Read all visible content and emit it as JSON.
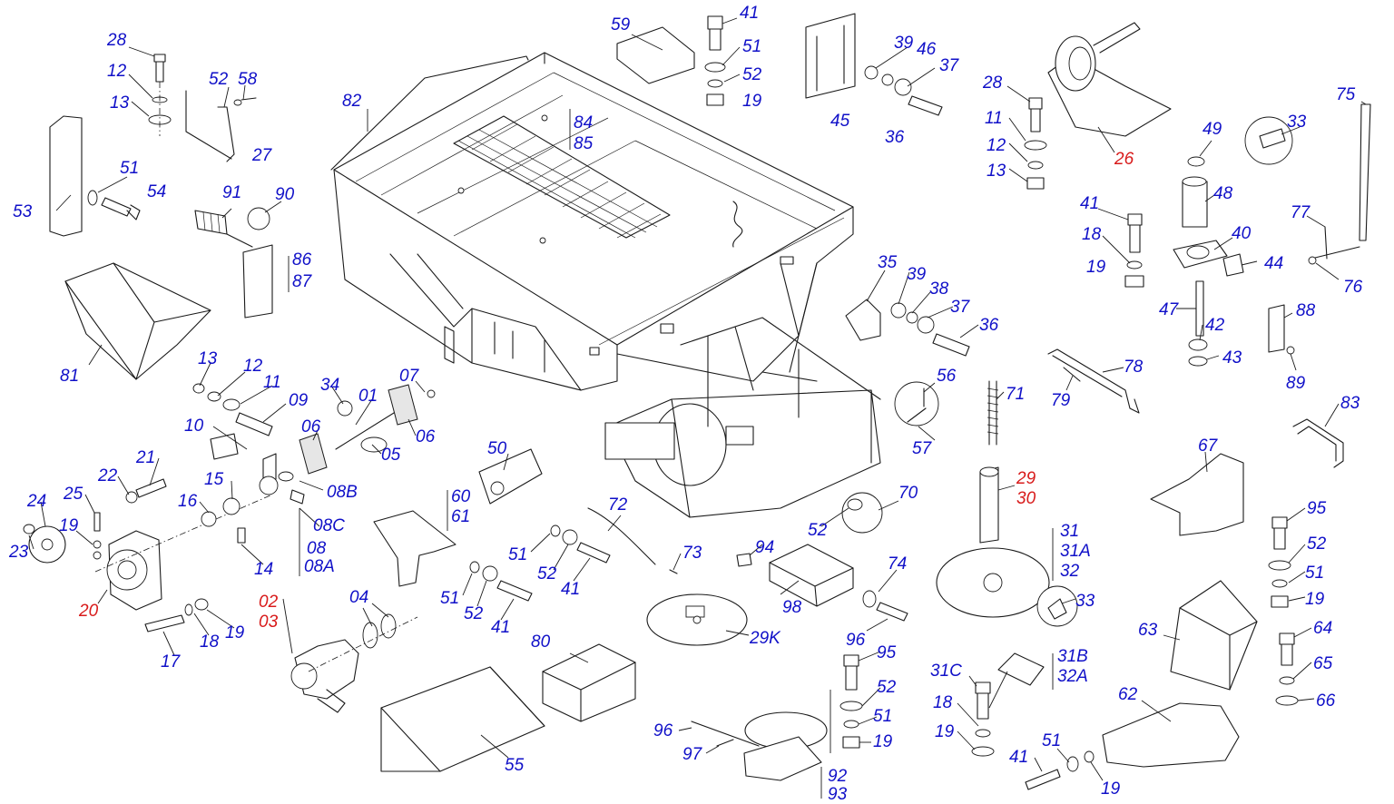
{
  "colors": {
    "label": "#1010c8",
    "highlight": "#d81b1b",
    "line": "#1a1a1a"
  },
  "labels": [
    {
      "id": "l28a",
      "text": "28"
    },
    {
      "id": "l12a",
      "text": "12"
    },
    {
      "id": "l13a",
      "text": "13"
    },
    {
      "id": "l52a",
      "text": "52"
    },
    {
      "id": "l58",
      "text": "58"
    },
    {
      "id": "l27",
      "text": "27"
    },
    {
      "id": "l53",
      "text": "53"
    },
    {
      "id": "l51a",
      "text": "51"
    },
    {
      "id": "l54",
      "text": "54"
    },
    {
      "id": "l91",
      "text": "91"
    },
    {
      "id": "l90",
      "text": "90"
    },
    {
      "id": "l86",
      "text": "86"
    },
    {
      "id": "l87",
      "text": "87"
    },
    {
      "id": "l81",
      "text": "81"
    },
    {
      "id": "l82",
      "text": "82"
    },
    {
      "id": "l84",
      "text": "84"
    },
    {
      "id": "l85",
      "text": "85"
    },
    {
      "id": "l59",
      "text": "59"
    },
    {
      "id": "l41a",
      "text": "41"
    },
    {
      "id": "l51b",
      "text": "51"
    },
    {
      "id": "l52b",
      "text": "52"
    },
    {
      "id": "l19a",
      "text": "19"
    },
    {
      "id": "l45",
      "text": "45"
    },
    {
      "id": "l39a",
      "text": "39"
    },
    {
      "id": "l46",
      "text": "46"
    },
    {
      "id": "l37a",
      "text": "37"
    },
    {
      "id": "l36a",
      "text": "36"
    },
    {
      "id": "l28b",
      "text": "28"
    },
    {
      "id": "l11a",
      "text": "11"
    },
    {
      "id": "l12b",
      "text": "12"
    },
    {
      "id": "l13b",
      "text": "13"
    },
    {
      "id": "l26",
      "text": "26",
      "red": true
    },
    {
      "id": "l75",
      "text": "75"
    },
    {
      "id": "l49",
      "text": "49"
    },
    {
      "id": "l33a",
      "text": "33"
    },
    {
      "id": "l48",
      "text": "48"
    },
    {
      "id": "l41b",
      "text": "41"
    },
    {
      "id": "l18a",
      "text": "18"
    },
    {
      "id": "l40",
      "text": "40"
    },
    {
      "id": "l19b",
      "text": "19"
    },
    {
      "id": "l44",
      "text": "44"
    },
    {
      "id": "l77",
      "text": "77"
    },
    {
      "id": "l76",
      "text": "76"
    },
    {
      "id": "l47",
      "text": "47"
    },
    {
      "id": "l42",
      "text": "42"
    },
    {
      "id": "l43",
      "text": "43"
    },
    {
      "id": "l88",
      "text": "88"
    },
    {
      "id": "l89",
      "text": "89"
    },
    {
      "id": "l35",
      "text": "35"
    },
    {
      "id": "l39b",
      "text": "39"
    },
    {
      "id": "l38",
      "text": "38"
    },
    {
      "id": "l37b",
      "text": "37"
    },
    {
      "id": "l36b",
      "text": "36"
    },
    {
      "id": "l78",
      "text": "78"
    },
    {
      "id": "l79",
      "text": "79"
    },
    {
      "id": "l71",
      "text": "71"
    },
    {
      "id": "l56",
      "text": "56"
    },
    {
      "id": "l57",
      "text": "57"
    },
    {
      "id": "l83",
      "text": "83"
    },
    {
      "id": "l13c",
      "text": "13"
    },
    {
      "id": "l12c",
      "text": "12"
    },
    {
      "id": "l11b",
      "text": "11"
    },
    {
      "id": "l09",
      "text": "09"
    },
    {
      "id": "l34",
      "text": "34"
    },
    {
      "id": "l01",
      "text": "01"
    },
    {
      "id": "l07",
      "text": "07"
    },
    {
      "id": "l10",
      "text": "10"
    },
    {
      "id": "l06a",
      "text": "06"
    },
    {
      "id": "l06b",
      "text": "06"
    },
    {
      "id": "l05",
      "text": "05"
    },
    {
      "id": "l21",
      "text": "21"
    },
    {
      "id": "l22",
      "text": "22"
    },
    {
      "id": "l15",
      "text": "15"
    },
    {
      "id": "l08B",
      "text": "08B"
    },
    {
      "id": "l25",
      "text": "25"
    },
    {
      "id": "l24",
      "text": "24"
    },
    {
      "id": "l16",
      "text": "16"
    },
    {
      "id": "l08C",
      "text": "08C"
    },
    {
      "id": "l19c",
      "text": "19"
    },
    {
      "id": "l23",
      "text": "23"
    },
    {
      "id": "l08",
      "text": "08"
    },
    {
      "id": "l08A",
      "text": "08A"
    },
    {
      "id": "l14",
      "text": "14"
    },
    {
      "id": "l20",
      "text": "20",
      "red": true
    },
    {
      "id": "l17",
      "text": "17"
    },
    {
      "id": "l18b",
      "text": "18"
    },
    {
      "id": "l19d",
      "text": "19"
    },
    {
      "id": "l50",
      "text": "50"
    },
    {
      "id": "l60",
      "text": "60"
    },
    {
      "id": "l61",
      "text": "61"
    },
    {
      "id": "l72",
      "text": "72"
    },
    {
      "id": "l51c",
      "text": "51"
    },
    {
      "id": "l52c",
      "text": "52"
    },
    {
      "id": "l41c",
      "text": "41"
    },
    {
      "id": "l73",
      "text": "73"
    },
    {
      "id": "l51d",
      "text": "51"
    },
    {
      "id": "l52d",
      "text": "52"
    },
    {
      "id": "l41d",
      "text": "41"
    },
    {
      "id": "l02",
      "text": "02",
      "red": true
    },
    {
      "id": "l03",
      "text": "03",
      "red": true
    },
    {
      "id": "l04",
      "text": "04"
    },
    {
      "id": "l94",
      "text": "94"
    },
    {
      "id": "l98",
      "text": "98"
    },
    {
      "id": "l29K",
      "text": "29K"
    },
    {
      "id": "l52e",
      "text": "52"
    },
    {
      "id": "l70",
      "text": "70"
    },
    {
      "id": "l74",
      "text": "74"
    },
    {
      "id": "l96a",
      "text": "96"
    },
    {
      "id": "l29",
      "text": "29",
      "red": true
    },
    {
      "id": "l30",
      "text": "30",
      "red": true
    },
    {
      "id": "l31",
      "text": "31"
    },
    {
      "id": "l31A",
      "text": "31A"
    },
    {
      "id": "l32",
      "text": "32"
    },
    {
      "id": "l33b",
      "text": "33"
    },
    {
      "id": "l67",
      "text": "67"
    },
    {
      "id": "l95a",
      "text": "95"
    },
    {
      "id": "l52f",
      "text": "52"
    },
    {
      "id": "l51e",
      "text": "51"
    },
    {
      "id": "l19e",
      "text": "19"
    },
    {
      "id": "l63",
      "text": "63"
    },
    {
      "id": "l64",
      "text": "64"
    },
    {
      "id": "l65",
      "text": "65"
    },
    {
      "id": "l66",
      "text": "66"
    },
    {
      "id": "l62",
      "text": "62"
    },
    {
      "id": "l80",
      "text": "80"
    },
    {
      "id": "l55",
      "text": "55"
    },
    {
      "id": "l95b",
      "text": "95"
    },
    {
      "id": "l52g",
      "text": "52"
    },
    {
      "id": "l51f",
      "text": "51"
    },
    {
      "id": "l19f",
      "text": "19"
    },
    {
      "id": "l96b",
      "text": "96"
    },
    {
      "id": "l97",
      "text": "97"
    },
    {
      "id": "l92",
      "text": "92"
    },
    {
      "id": "l93",
      "text": "93"
    },
    {
      "id": "l31C",
      "text": "31C"
    },
    {
      "id": "l18c",
      "text": "18"
    },
    {
      "id": "l19g",
      "text": "19"
    },
    {
      "id": "l31B",
      "text": "31B"
    },
    {
      "id": "l32A",
      "text": "32A"
    },
    {
      "id": "l51g",
      "text": "51"
    },
    {
      "id": "l41e",
      "text": "41"
    },
    {
      "id": "l19h",
      "text": "19"
    }
  ]
}
